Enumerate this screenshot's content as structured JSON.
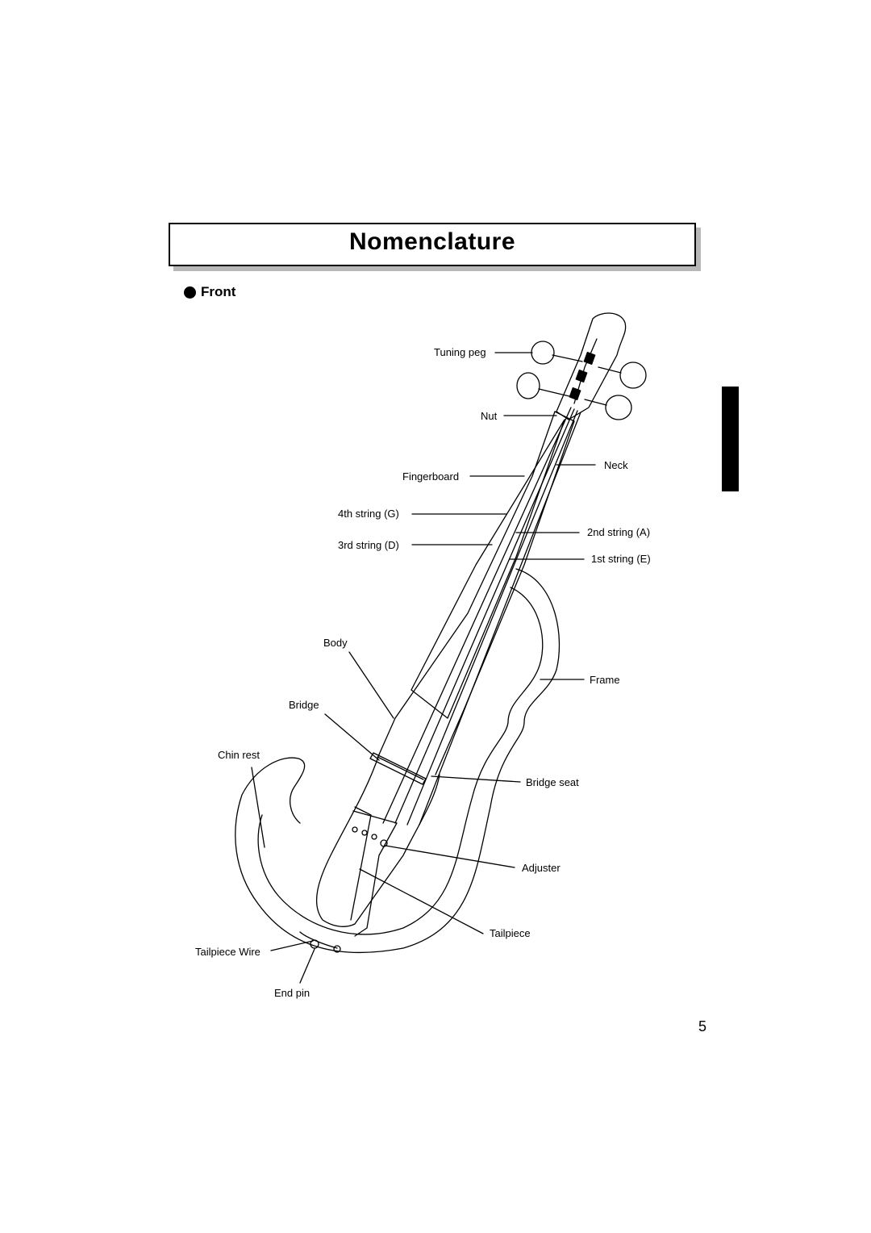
{
  "page": {
    "title": "Nomenclature",
    "section": "Front",
    "page_number": "5"
  },
  "labels": {
    "tuning_peg": "Tuning peg",
    "nut": "Nut",
    "neck": "Neck",
    "fingerboard": "Fingerboard",
    "string_4": "4th string (G)",
    "string_2": "2nd string (A)",
    "string_3": "3rd string (D)",
    "string_1": "1st string (E)",
    "body": "Body",
    "frame": "Frame",
    "bridge": "Bridge",
    "chin_rest": "Chin rest",
    "bridge_seat": "Bridge seat",
    "adjuster": "Adjuster",
    "tailpiece": "Tailpiece",
    "tailpiece_wire": "Tailpiece Wire",
    "end_pin": "End pin"
  },
  "colors": {
    "ink": "#000000",
    "title_shadow": "#b8b8b8",
    "side_tab": "#000000"
  }
}
